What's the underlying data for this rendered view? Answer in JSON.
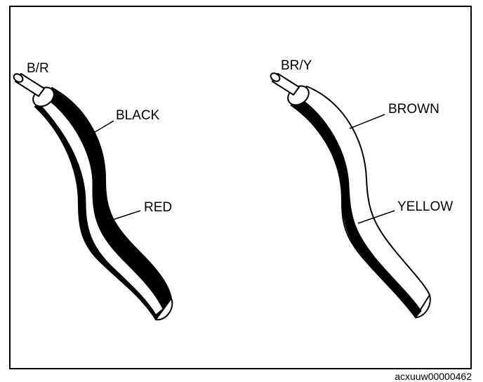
{
  "wires": [
    {
      "code": "B/R",
      "base_color_name": "BLACK",
      "stripe_color_name": "RED",
      "base_fill": "#000000",
      "stripe_fill": "#ffffff"
    },
    {
      "code": "BR/Y",
      "base_color_name": "BROWN",
      "stripe_color_name": "YELLOW",
      "base_fill": "#ffffff",
      "stripe_fill": "#000000"
    }
  ],
  "figure_code": "acxuuw00000462",
  "colors": {
    "ink": "#000000",
    "paper": "#ffffff"
  }
}
